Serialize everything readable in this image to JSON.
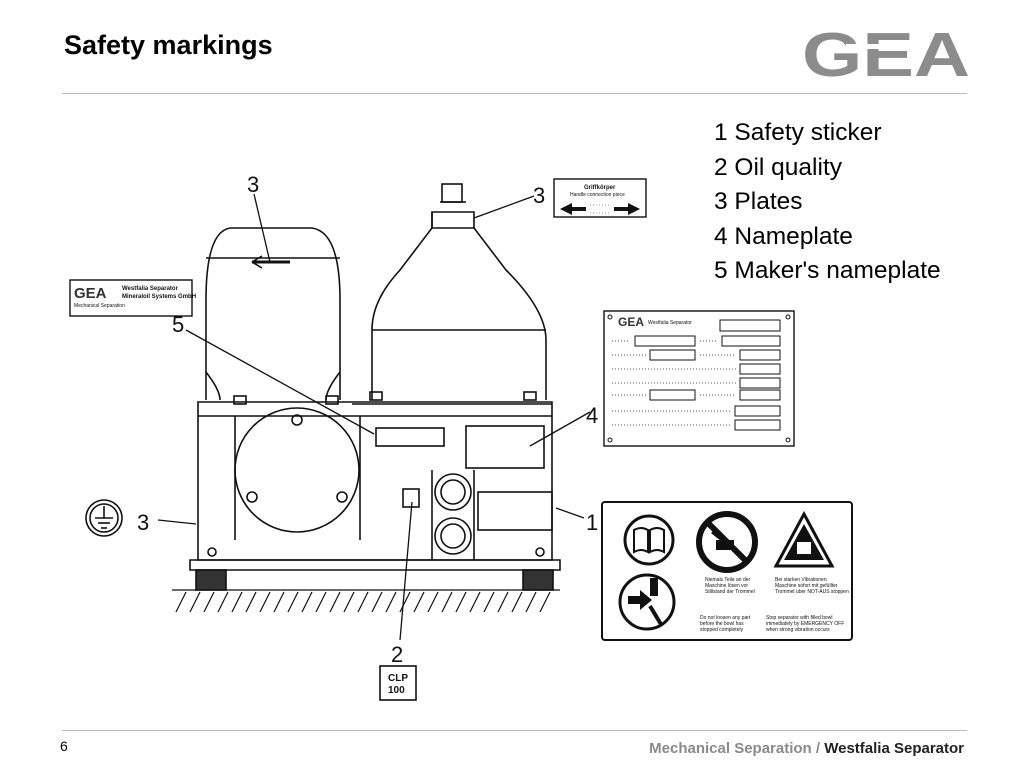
{
  "slide": {
    "title": "Safety markings",
    "page_number": "6",
    "footer_section": "Mechanical Separation /",
    "footer_product": "Westfalia Separator"
  },
  "logo": {
    "text": "GEA"
  },
  "legend": {
    "items": [
      "1 Safety sticker",
      "2 Oil quality",
      "3 Plates",
      "4 Nameplate",
      "5 Maker's nameplate"
    ]
  },
  "callouts": {
    "c3_top": "3",
    "c3_right": "3",
    "c5": "5",
    "c4": "4",
    "c3_left": "3",
    "c1": "1",
    "c2": "2"
  },
  "plates": {
    "handle_plate": {
      "line1": "Griffkörper",
      "line2": "Handle connection piece"
    },
    "maker_plate": {
      "logo": "GEA",
      "line1": "Westfalia Separator",
      "line2": "Mineraloil Systems GmbH",
      "line3": "Mechanical Separation"
    },
    "nameplate": {
      "logo": "GEA",
      "header": "Westfalia Separator"
    },
    "oil_plate": {
      "line1": "CLP",
      "line2": "100"
    },
    "safety_sticker": {
      "text_a1": "Niemals Teile an der",
      "text_a2": "Maschine lösen vor",
      "text_a3": "Stillstand der Trommel",
      "text_b1": "Bei starken Vibrationen",
      "text_b2": "Maschine sofort mit gefüllter",
      "text_b3": "Trommel über NOT-AUS stoppen",
      "text_c1": "Do not loosen any part",
      "text_c2": "before the bowl has",
      "text_c3": "stopped completely",
      "text_d1": "Stop separator with filled bowl",
      "text_d2": "immediately by EMERGENCY OFF",
      "text_d3": "when strong vibration occurs"
    }
  }
}
